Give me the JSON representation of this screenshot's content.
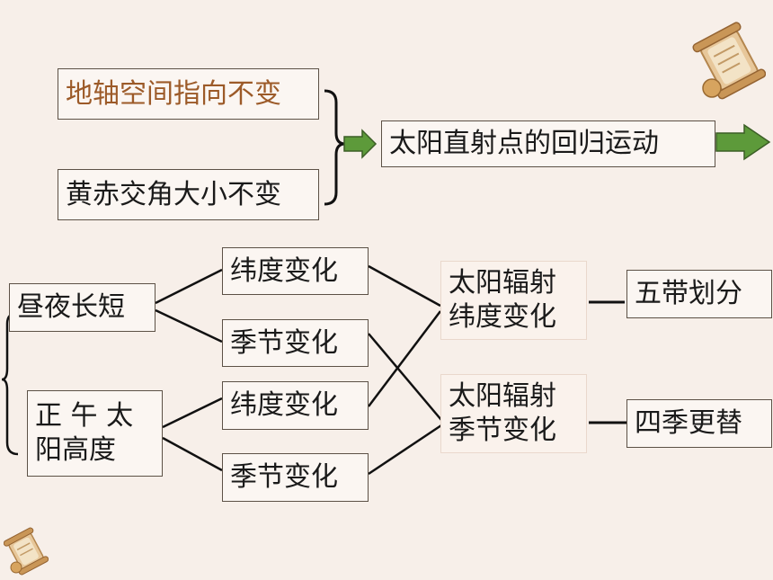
{
  "colors": {
    "background": "#f7efe9",
    "highlight_text": "#9c5a28",
    "arrow_fill": "#5d9a3a",
    "arrow_outline": "#3c5e26"
  },
  "top": {
    "factor_axis": "地轴空间指向不变",
    "factor_angle": "黄赤交角大小不变",
    "result": "太阳直射点的回归运动"
  },
  "left": {
    "day_length": "昼夜长短",
    "noon_altitude_line1": "正 午 太",
    "noon_altitude_line2": "阳高度"
  },
  "middle": {
    "lat_change_1": "纬度变化",
    "season_change_1": "季节变化",
    "lat_change_2": "纬度变化",
    "season_change_2": "季节变化"
  },
  "right": {
    "radiation_lat_line1": "太阳辐射",
    "radiation_lat_line2": "纬度变化",
    "radiation_season_line1": "太阳辐射",
    "radiation_season_line2": "季节变化"
  },
  "outcomes": {
    "five_zones": "五带划分",
    "four_seasons": "四季更替"
  },
  "decorations": [
    "scroll-icon",
    "scroll-icon"
  ]
}
